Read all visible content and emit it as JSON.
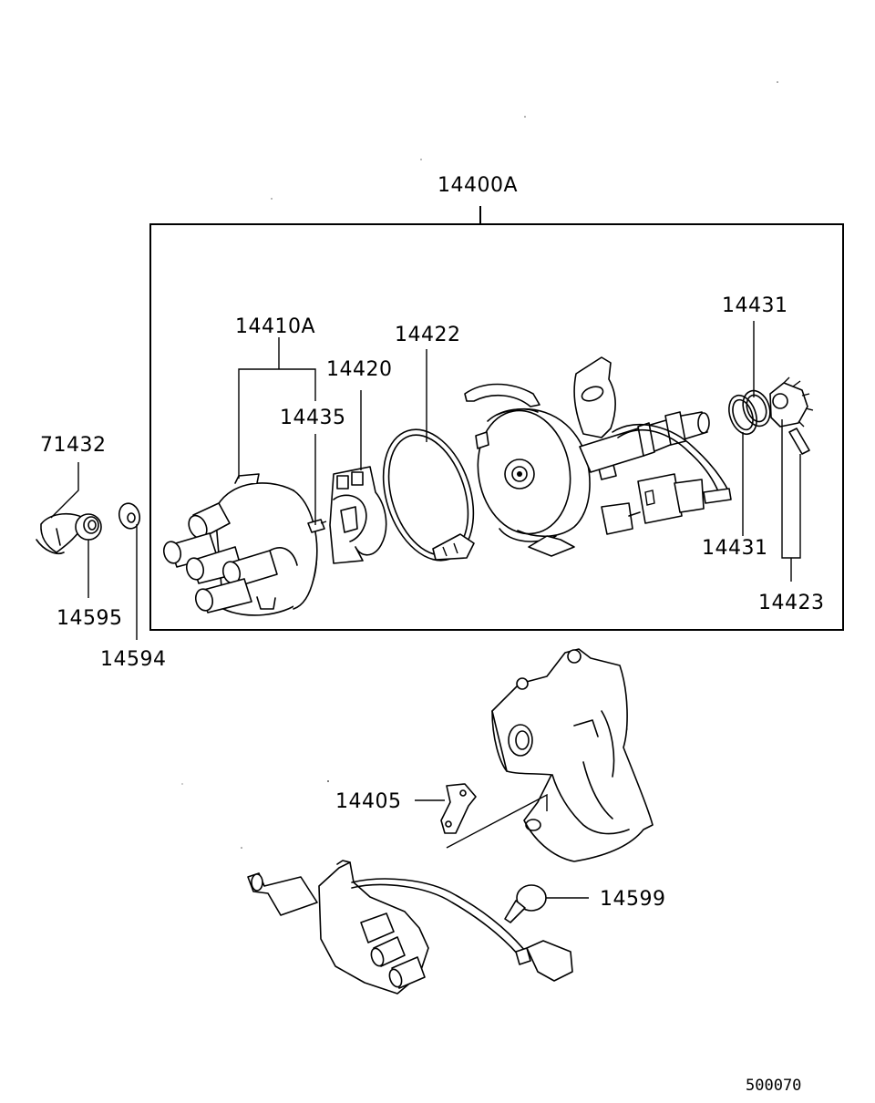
{
  "diagram": {
    "labels": {
      "assembly": "14400A",
      "cap": "14410A",
      "rotor": "14420",
      "gasket": "14422",
      "cap_screw": "14435",
      "oring_top": "14431",
      "oring_bottom": "14431",
      "gear_pin": "14423",
      "clamp": "71432",
      "grommet": "14595",
      "washer": "14594",
      "bracket": "14405",
      "tie": "14599"
    },
    "code": "500070"
  }
}
